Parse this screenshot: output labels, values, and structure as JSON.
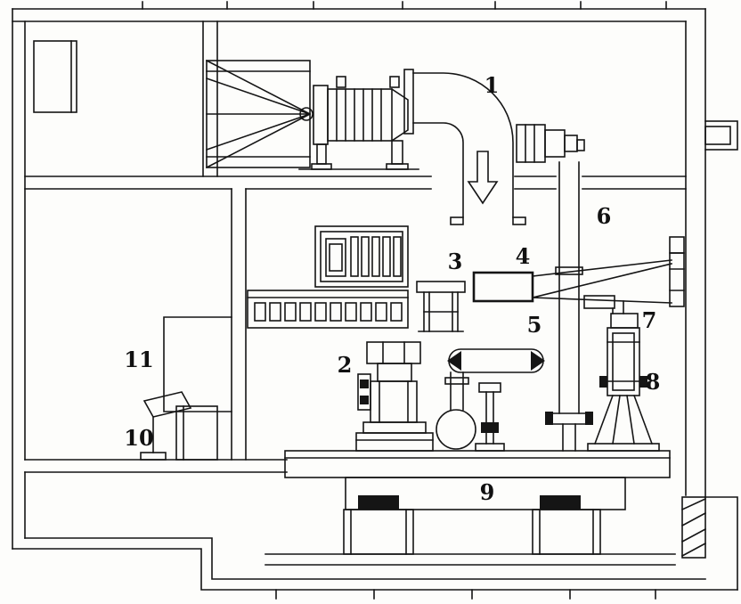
{
  "figure_labels": [
    {
      "text": "1"
    },
    {
      "text": "2"
    },
    {
      "text": "3"
    },
    {
      "text": "4"
    },
    {
      "text": "5"
    },
    {
      "text": "6"
    },
    {
      "text": "7"
    },
    {
      "text": "8"
    },
    {
      "text": "9"
    },
    {
      "text": "10"
    },
    {
      "text": "11"
    }
  ],
  "colors": {
    "ink": "#151515",
    "paper": "#fdfdfb"
  }
}
